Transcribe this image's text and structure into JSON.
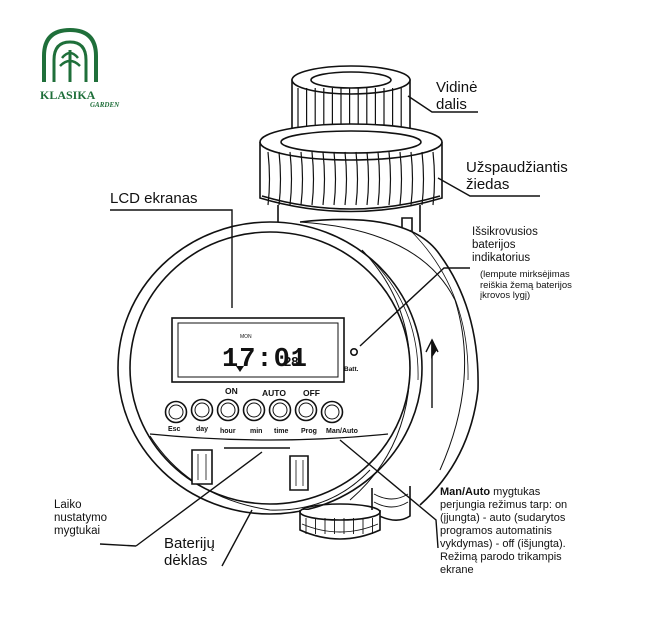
{
  "logo": {
    "brand": "KLASIKA",
    "sub": "GARDEN",
    "color": "#1f6f3a"
  },
  "labels": {
    "inner_part": [
      "Vidinė",
      "dalis"
    ],
    "clamp_ring": [
      "Užspaudžiantis",
      "žiedas"
    ],
    "lcd": "LCD ekranas",
    "battery_indicator": [
      "Išsikrovusios",
      "baterijos",
      "indikatorius"
    ],
    "battery_indicator_note": [
      "(lempute mirksėjimas",
      "reiškia žemą baterijos",
      "įkrovos lygį)"
    ],
    "time_buttons": [
      "Laiko",
      "nustatymo",
      "mygtukai"
    ],
    "battery_case": [
      "Baterijų",
      "dėklas"
    ],
    "manauto_title": "Man/Auto",
    "manauto_text": [
      " mygtukas",
      "perjungia režimus tarp: on",
      "(įjungta) - auto (sudarytos",
      "programos automatinis",
      "vykdymas) - off (išjungta).",
      "Režimą parodo trikampis",
      "ekrane"
    ]
  },
  "device": {
    "mode_labels": [
      "ON",
      "AUTO",
      "OFF"
    ],
    "buttons": [
      "Esc",
      "day",
      "hour",
      "min",
      "time",
      "Prog",
      "Man/Auto"
    ],
    "lcd_time": "17:01",
    "lcd_day": "28",
    "lcd_tag": "MON",
    "batt_label": "Batt."
  },
  "colors": {
    "ink": "#111111",
    "paper": "#ffffff",
    "logo_green": "#1f6f3a"
  }
}
